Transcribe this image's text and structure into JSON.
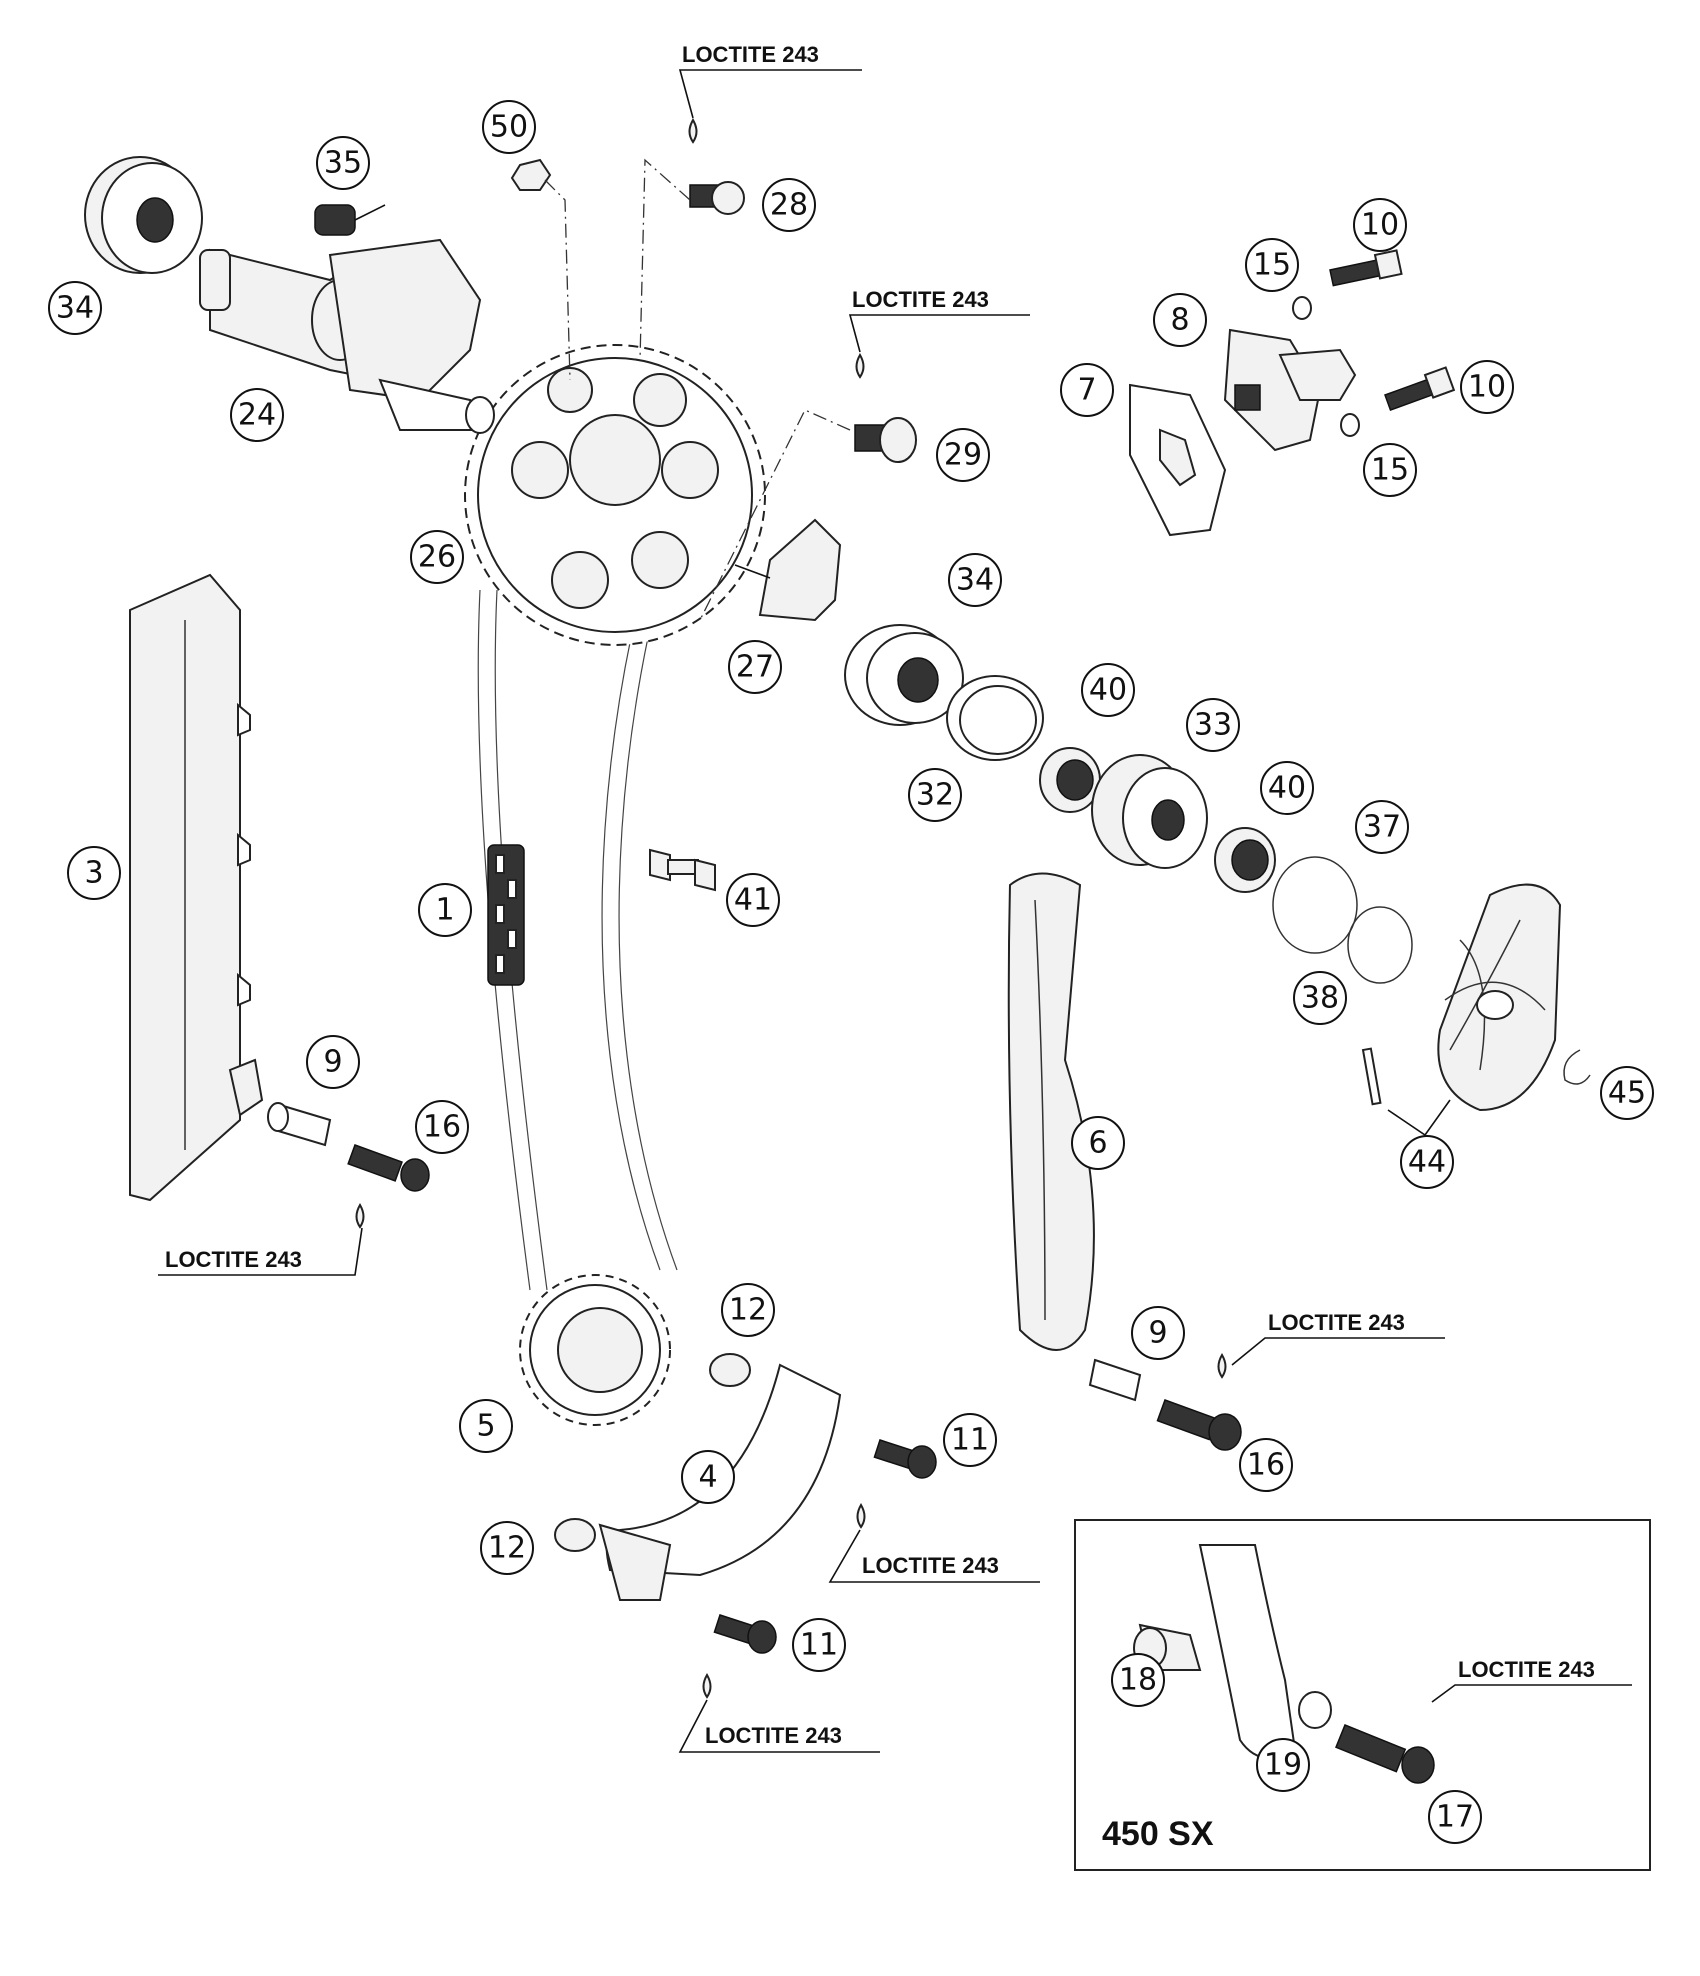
{
  "callouts": [
    "1",
    "3",
    "4",
    "5",
    "6",
    "7",
    "8",
    "9",
    "9",
    "10",
    "10",
    "11",
    "11",
    "12",
    "12",
    "15",
    "15",
    "16",
    "16",
    "17",
    "18",
    "19",
    "24",
    "26",
    "27",
    "28",
    "29",
    "32",
    "33",
    "34",
    "34",
    "35",
    "37",
    "38",
    "40",
    "40",
    "41",
    "44",
    "45",
    "50"
  ],
  "loctite_label": "LOCTITE 243",
  "inset_label": "450 SX"
}
